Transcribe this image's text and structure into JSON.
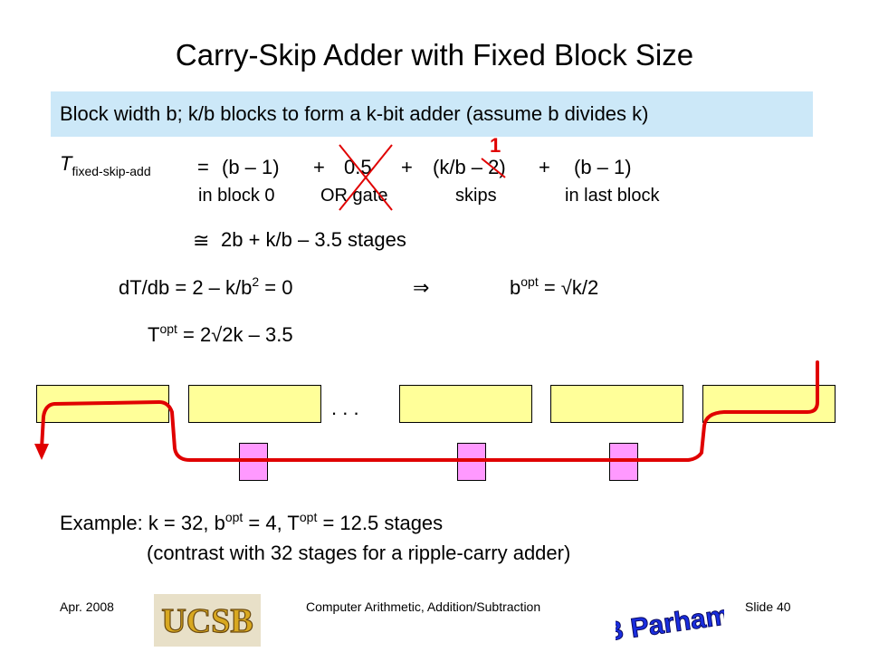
{
  "slide": {
    "title": "Carry-Skip Adder with Fixed Block Size",
    "banner_text": "Block width b;   k/b blocks to form a k-bit adder (assume b divides k)",
    "formula": {
      "lhs_T": "T",
      "lhs_sub": "fixed-skip-add",
      "equals": "=",
      "term1": "(b – 1)",
      "plus1": "+",
      "term2": "0.5",
      "plus2": "+",
      "term3": "(k/b – 2)",
      "plus3": "+",
      "term4": "(b – 1)",
      "correction": "1",
      "label1": "in block 0",
      "label2": "OR gate",
      "label3": "skips",
      "label4": "in last block"
    },
    "approx": {
      "symbol": "≅",
      "text": "2b + k/b – 3.5  stages"
    },
    "derivative": {
      "lhs": "dT/db  =  2 – k/b",
      "exp": "2",
      "rhs": " = 0",
      "implies": "⇒",
      "b": "b",
      "b_sup": "opt",
      "b_rhs": " = √k/2"
    },
    "topt": {
      "T": "T",
      "sup": "opt",
      "rhs": " = 2√2k – 3.5"
    },
    "ellipsis": ".   .   .",
    "example_line1": "Example: k = 32, b",
    "example_sup1": "opt",
    "example_mid": " = 4, T",
    "example_sup2": "opt",
    "example_end": " = 12.5 stages",
    "example_line2": "(contrast with 32 stages for a ripple-carry adder)"
  },
  "footer": {
    "date": "Apr. 2008",
    "course": "Computer Arithmetic, Addition/Subtraction",
    "slide_number": "Slide 40",
    "logo_left": "UCSB",
    "logo_right": "B Parhami"
  },
  "colors": {
    "banner": "#cce8f8",
    "block_fill": "#ffff99",
    "mux_fill": "#ff99ff",
    "carry_path": "#e00000"
  }
}
